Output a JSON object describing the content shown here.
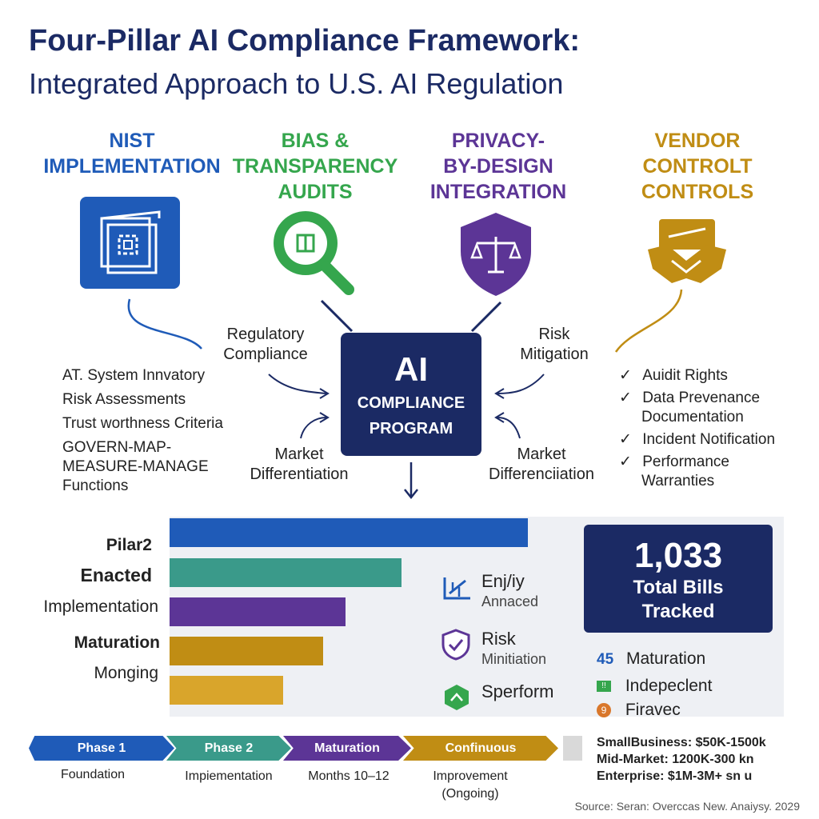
{
  "title": {
    "line1": "Four-Pillar AI Compliance Framework:",
    "line2": "Integrated Approach to U.S. AI Regulation"
  },
  "pillars": [
    {
      "lines": [
        "NIST",
        "IMPLEMENTATION"
      ],
      "color": "#1f5bb8",
      "icon": "blueprint-icon"
    },
    {
      "lines": [
        "BIAS &",
        "TRANSPARENCY",
        "AUDITS"
      ],
      "color": "#35a64d",
      "icon": "magnifier-icon"
    },
    {
      "lines": [
        "PRIVACY-",
        "BY-DESIGN",
        "INTEGRATION"
      ],
      "color": "#5c3596",
      "icon": "shield-scales-icon"
    },
    {
      "lines": [
        "VENDOR",
        "CONTROLT",
        "CONTROLS"
      ],
      "color": "#c08d14",
      "icon": "handshake-icon"
    }
  ],
  "connectors": {
    "top_left": [
      "Regulatory",
      "Compliance"
    ],
    "top_right": [
      "Risk",
      "Mitigation"
    ],
    "bottom_left": [
      "Market",
      "Differentiation"
    ],
    "bottom_right": [
      "Market",
      "Differenciiation"
    ]
  },
  "center": {
    "ai": "AI",
    "line1": "COMPLIANCE",
    "line2": "PROGRAM",
    "color": "#1b2a64"
  },
  "left_list": [
    "AT. System Innvatory",
    "Risk Assessments",
    "Trust worthness Criteria",
    "GOVERN-MAP-",
    "MEASURE-MANAGE",
    "Functions"
  ],
  "right_list": [
    {
      "check": "✓",
      "lines": [
        "Auidit Rights"
      ]
    },
    {
      "check": "✓",
      "lines": [
        "Data Prevenance",
        "Documentation"
      ]
    },
    {
      "check": "✓",
      "lines": [
        "Incident Notification"
      ]
    },
    {
      "check": "✓",
      "lines": [
        "Performance",
        "Warranties"
      ]
    }
  ],
  "bar_labels": [
    "Pilar2",
    "Enacted",
    "Implementation",
    "Maturation",
    "Monging"
  ],
  "bar_values": [
    0.583,
    0.378,
    0.286,
    0.25,
    0.185
  ],
  "bar_colors": [
    "#1f5bb8",
    "#3a9a8a",
    "#5c3596",
    "#c08d14",
    "#d9a52b"
  ],
  "mid_items": [
    {
      "title": "Enj/iy",
      "sub": "Annaced",
      "icon": "chart-icon"
    },
    {
      "title": "Risk",
      "sub": "Minitiation",
      "icon": "shield-check-icon"
    },
    {
      "title": "Sperform",
      "sub": "",
      "icon": "hexagon-icon"
    }
  ],
  "stat": {
    "number": "1,033",
    "line1": "Total Bills",
    "line2": "Tracked"
  },
  "legend": [
    {
      "marker": "45",
      "label": "Maturation",
      "color": "#1f5bb8"
    },
    {
      "marker": "!!",
      "label": "Indepeclent",
      "color": "#35a64d"
    },
    {
      "marker": "9",
      "label": "Firavec",
      "color": "#d9772b"
    }
  ],
  "phases": [
    {
      "label": "Phase 1",
      "sub": [
        "Foundation"
      ],
      "color": "#1f5bb8"
    },
    {
      "label": "Phase 2",
      "sub": [
        "Impiementation"
      ],
      "color": "#3a9a8a"
    },
    {
      "label": "Maturation",
      "sub": [
        "Months 10–12"
      ],
      "color": "#5c3596"
    },
    {
      "label": "Confinuous",
      "sub": [
        "Improvement",
        "(Ongoing)"
      ],
      "color": "#c08d14"
    }
  ],
  "costs": [
    "SmallBusiness: $50K-1500k",
    "Mid-Market: 1200K-300 kn",
    "Enterprise: $1M-3M+ sn u"
  ],
  "source": "Source: Seran: Overccas New. Anaiysy. 2029"
}
